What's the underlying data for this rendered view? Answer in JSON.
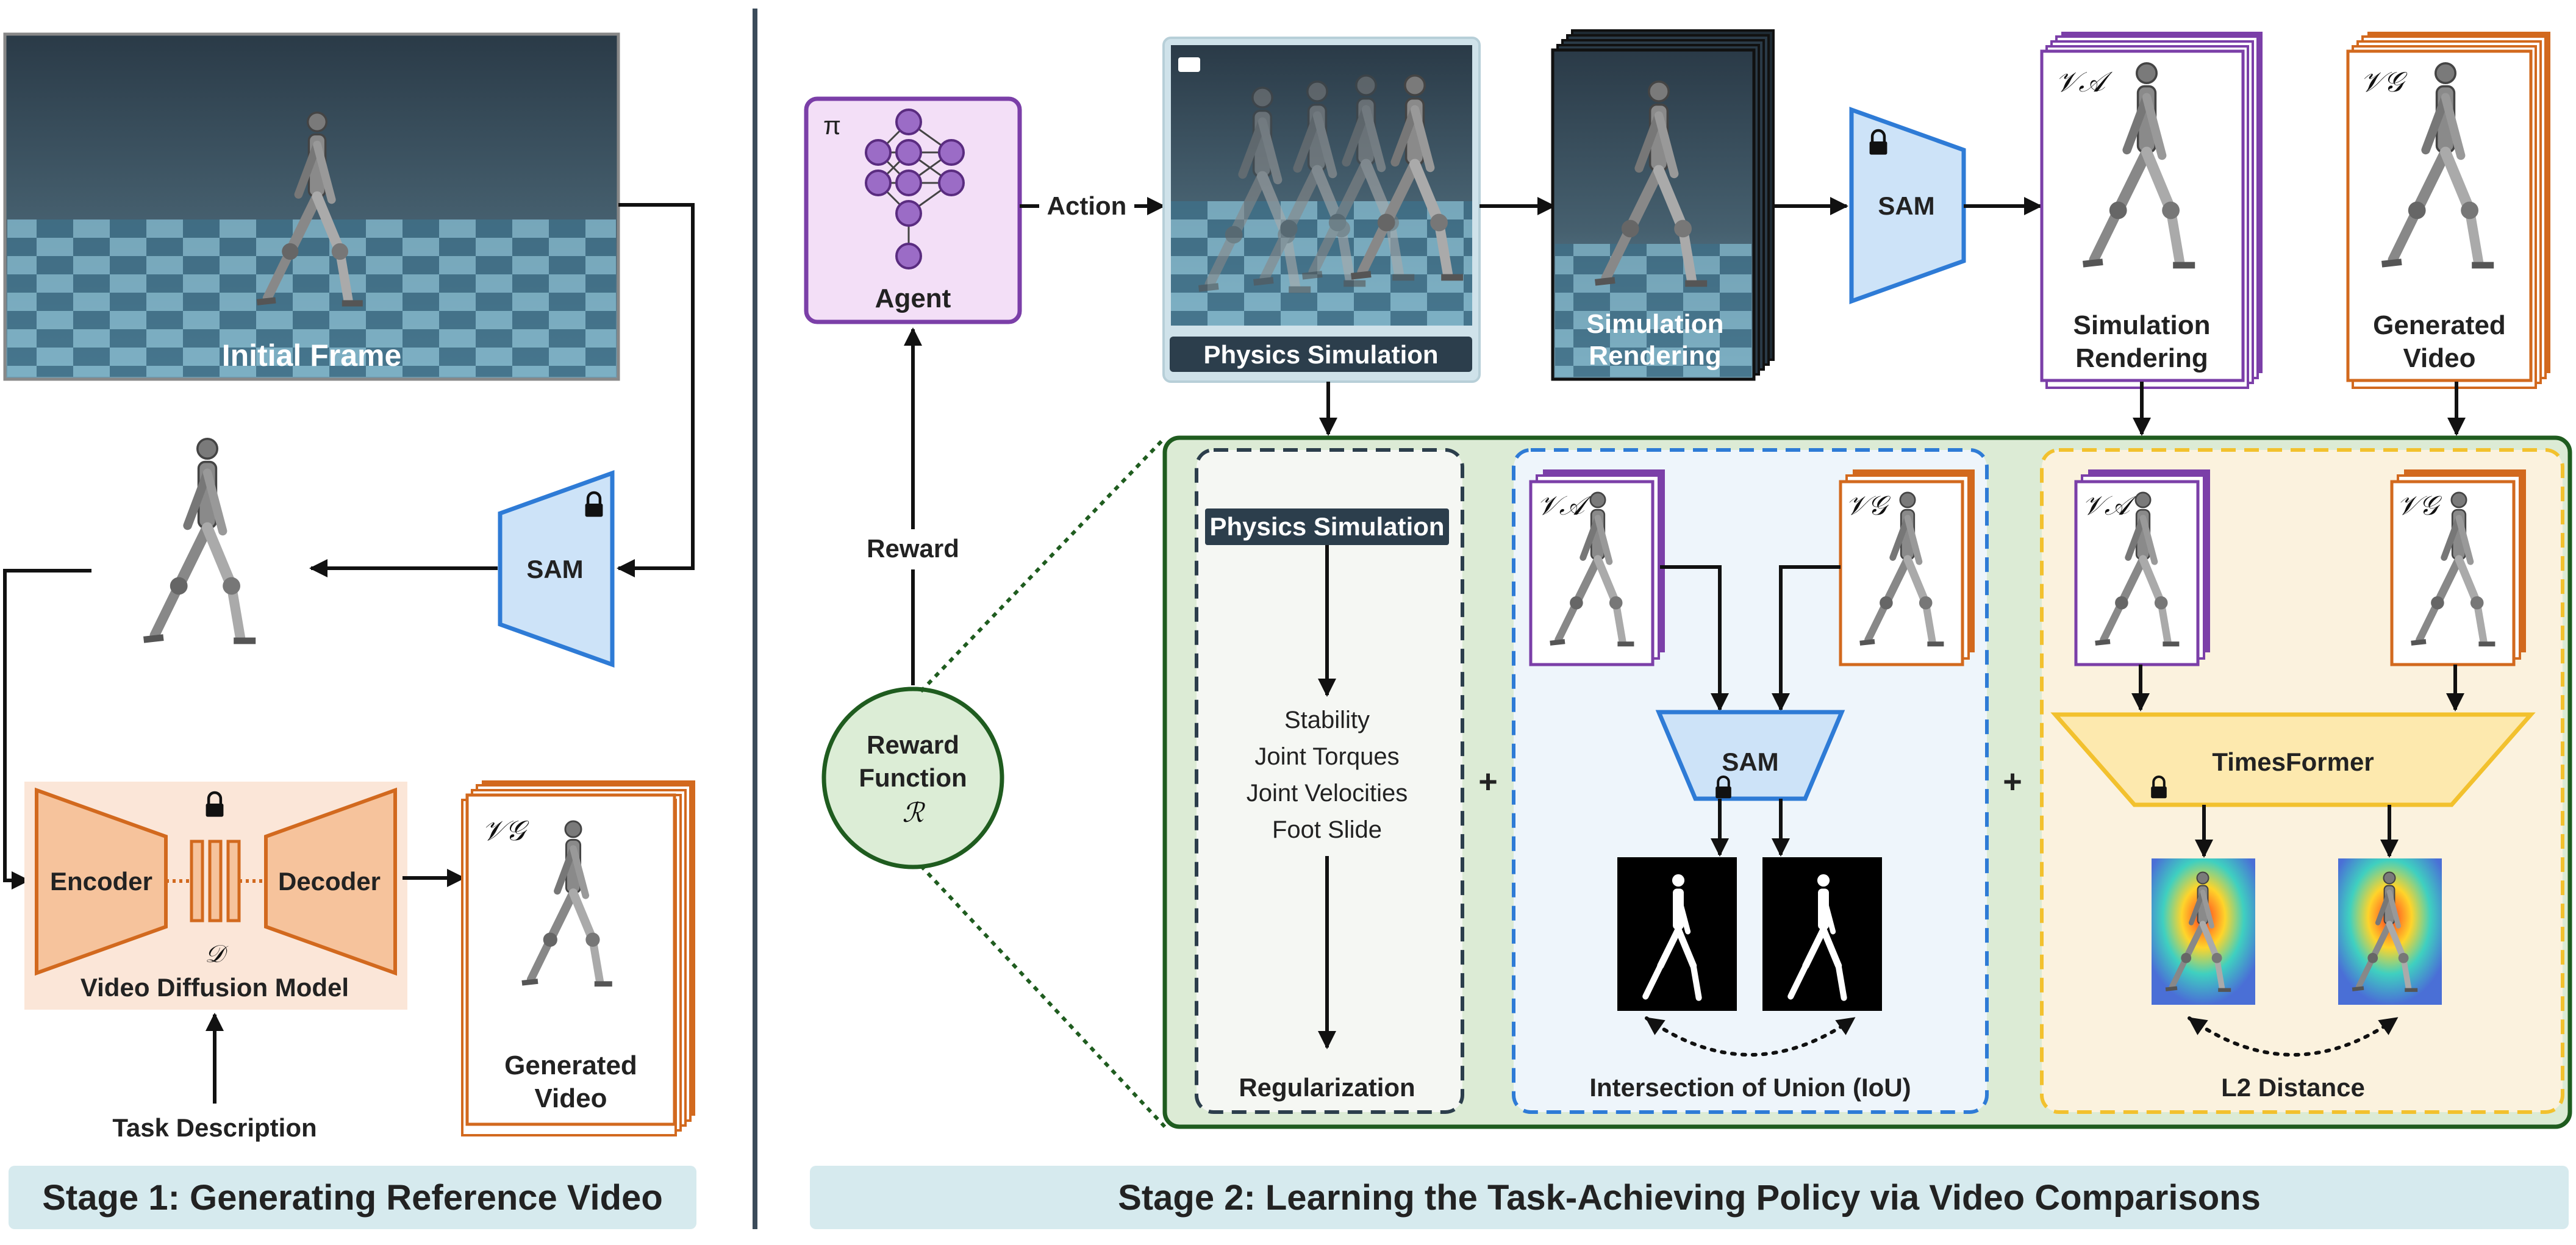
{
  "stage1": {
    "title": "Stage 1: Generating Reference Video",
    "initial_frame": "Initial Frame",
    "sam": "SAM",
    "encoder": "Encoder",
    "decoder": "Decoder",
    "diffusion_symbol": "𝒟",
    "diffusion_model": "Video Diffusion Model",
    "task_description": "Task Description",
    "vg": "𝒱𝒢",
    "generated_video": [
      "Generated",
      "Video"
    ]
  },
  "stage2": {
    "title": "Stage 2: Learning the Task-Achieving Policy via Video Comparisons",
    "pi": "π",
    "agent": "Agent",
    "action": "Action",
    "physics_simulation": "Physics Simulation",
    "simulation_rendering_stack": [
      "Simulation",
      "Rendering"
    ],
    "sam": "SAM",
    "va": "𝒱𝒜",
    "vg": "𝒱𝒢",
    "simulation_rendering": [
      "Simulation",
      "Rendering"
    ],
    "generated_video": [
      "Generated",
      "Video"
    ],
    "reward": "Reward",
    "reward_function": [
      "Reward",
      "Function",
      "ℛ"
    ],
    "reg_panel": {
      "header": "Physics Simulation",
      "terms": [
        "Stability",
        "Joint Torques",
        "Joint Velocities",
        "Foot Slide"
      ],
      "footer": "Regularization"
    },
    "plus": "+",
    "iou_panel": {
      "sam": "SAM",
      "footer": "Intersection of Union (IoU)"
    },
    "l2_panel": {
      "model": "TimesFormer",
      "footer": "L2 Distance"
    }
  },
  "colors": {
    "purple": "#7b3fa8",
    "orange": "#d2691e",
    "blue": "#2e7bd6",
    "green": "#1f5c1f",
    "yellow": "#f2c12e",
    "stage_bar": "#d6eaee"
  }
}
